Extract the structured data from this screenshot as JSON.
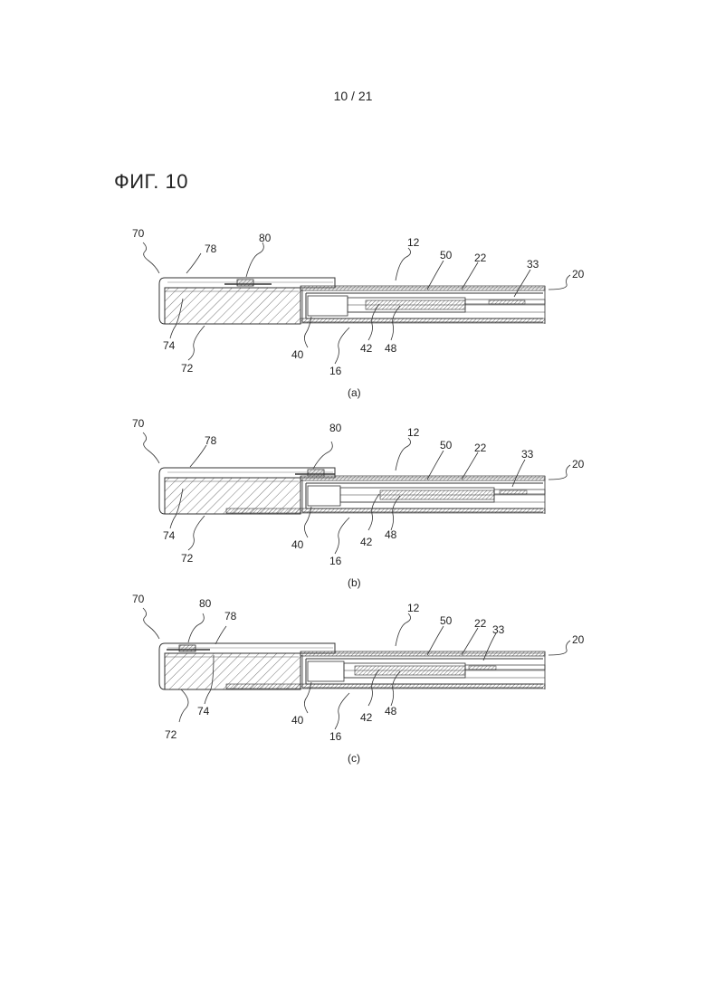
{
  "page": {
    "number": "10 / 21",
    "figure_title": "ФИГ. 10"
  },
  "panels": [
    {
      "id": "a",
      "caption": "(a)",
      "labels": {
        "l70": "70",
        "l78": "78",
        "l80": "80",
        "l12": "12",
        "l50": "50",
        "l22": "22",
        "l33": "33",
        "l20": "20",
        "l74": "74",
        "l72": "72",
        "l40": "40",
        "l16": "16",
        "l42": "42",
        "l48": "48"
      }
    },
    {
      "id": "b",
      "caption": "(b)",
      "labels": {
        "l70": "70",
        "l78": "78",
        "l80": "80",
        "l12": "12",
        "l50": "50",
        "l22": "22",
        "l33": "33",
        "l20": "20",
        "l74": "74",
        "l72": "72",
        "l40": "40",
        "l16": "16",
        "l42": "42",
        "l48": "48"
      }
    },
    {
      "id": "c",
      "caption": "(c)",
      "labels": {
        "l70": "70",
        "l80": "80",
        "l78": "78",
        "l12": "12",
        "l50": "50",
        "l22": "22",
        "l33": "33",
        "l20": "20",
        "l72": "72",
        "l74": "74",
        "l40": "40",
        "l16": "16",
        "l42": "42",
        "l48": "48"
      }
    }
  ]
}
